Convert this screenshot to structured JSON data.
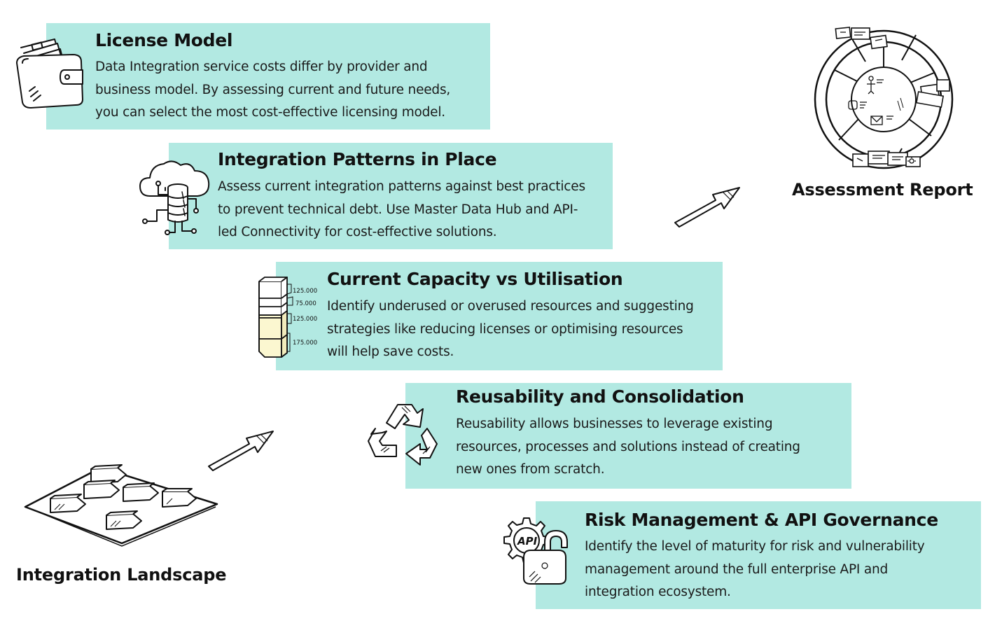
{
  "steps": [
    {
      "title": "License Model",
      "lines": [
        "Data Integration service costs differ by provider and",
        "business model. By assessing current and future needs,",
        "you can select the most cost-effective licensing model."
      ]
    },
    {
      "title": "Integration Patterns in Place",
      "lines": [
        "Assess current integration patterns against best practices",
        "to prevent technical debt. Use Master Data Hub and API-",
        "led Connectivity for cost-effective solutions."
      ]
    },
    {
      "title": "Current Capacity vs Utilisation",
      "lines": [
        "Identify underused or overused resources and suggesting",
        "strategies like reducing licenses or optimising resources",
        "will help save costs."
      ]
    },
    {
      "title": "Reusability and Consolidation",
      "lines": [
        "Reusability allows businesses to leverage existing",
        "resources, processes and solutions instead of creating",
        "new ones from scratch."
      ]
    },
    {
      "title": "Risk Management & API Governance",
      "lines": [
        "Identify the level of maturity for risk and vulnerability",
        "management around the full enterprise API and",
        "integration ecosystem."
      ]
    }
  ],
  "capacity_icon": {
    "labels": [
      "125.000",
      "75.000",
      "125.000",
      "175.000"
    ]
  },
  "risk_icon": {
    "label": "API"
  },
  "start_label": "Integration Landscape",
  "end_label": "Assessment Report",
  "colors": {
    "card_background": "#b2e9e2",
    "ink": "#111111",
    "capacity_fill": "#fbf7d0"
  },
  "icons": [
    "wallet-icon",
    "cloud-database-icon",
    "capacity-stack-icon",
    "recycle-icon",
    "api-lock-icon",
    "integration-landscape-icon",
    "assessment-report-icon",
    "arrow-icon"
  ]
}
